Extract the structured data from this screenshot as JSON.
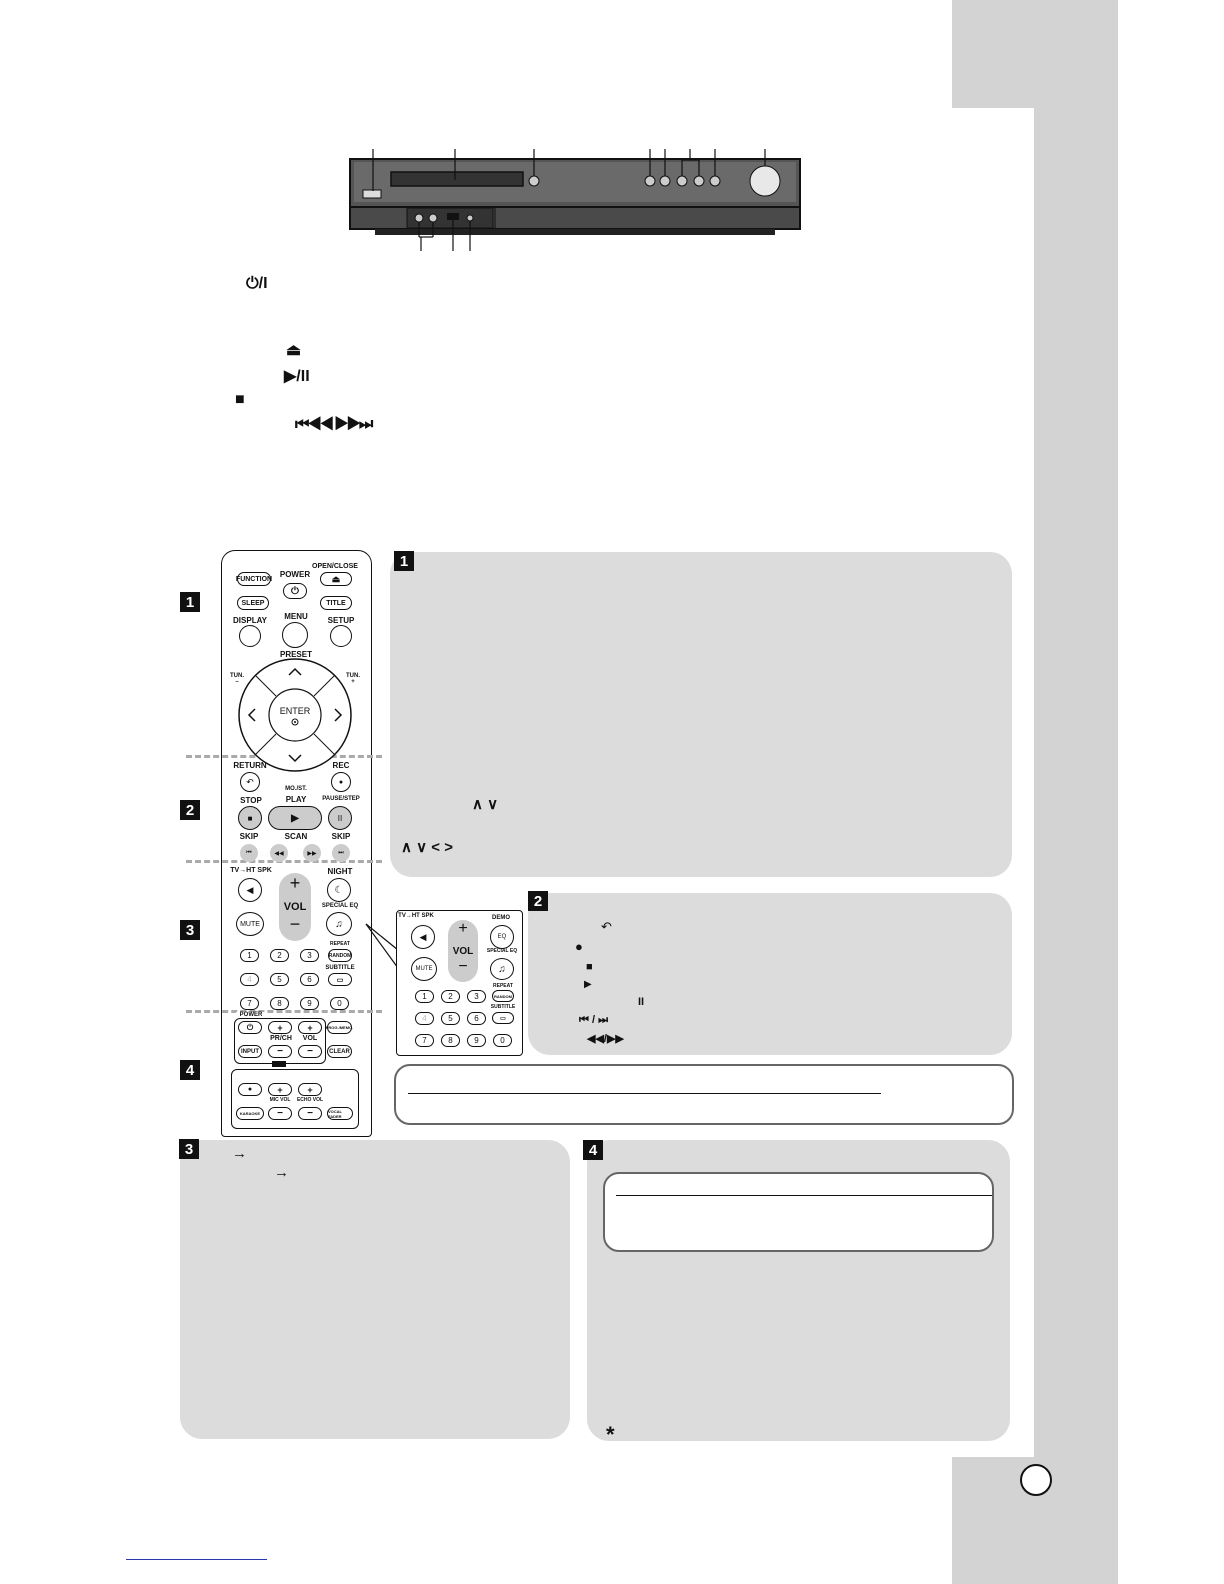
{
  "front_panel": {
    "power_symbol": "⏻/I",
    "open_close_symbol": "⏏",
    "play_pause_symbol": "▶/II",
    "stop_symbol": "■",
    "skip_symbol": "⏮◀◀ ▶▶⏭"
  },
  "remote": {
    "section_labels": [
      "1",
      "2",
      "3",
      "4"
    ],
    "function": "FUNCTION",
    "power": "POWER",
    "open_close": "OPEN/CLOSE",
    "sleep": "SLEEP",
    "title": "TITLE",
    "display": "DISPLAY",
    "menu": "MENU",
    "setup": "SETUP",
    "preset": "PRESET",
    "tun_minus": "TUN.\n–",
    "tun_plus": "TUN.\n+",
    "enter": "ENTER",
    "return": "RETURN",
    "rec": "REC",
    "stop": "STOP",
    "mo_st": "MO./ST.",
    "play": "PLAY",
    "pause_step": "PAUSE/STEP",
    "skip_left": "SKIP",
    "scan": "SCAN",
    "skip_right": "SKIP",
    "tv_ht_spk": "TV→HT SPK",
    "night": "NIGHT",
    "mute": "MUTE",
    "vol": "VOL",
    "special_eq": "SPECIAL EQ",
    "repeat": "REPEAT",
    "random": "RANDOM",
    "subtitle": "SUBTITLE",
    "numbers": [
      "1",
      "2",
      "3",
      "4",
      "5",
      "6",
      "7",
      "8",
      "9",
      "0"
    ],
    "tv_power": "POWER",
    "pr_ch": "PR/CH",
    "tv_vol": "VOL",
    "input": "INPUT",
    "prog_memo": "PROG./MEMO.",
    "clear": "CLEAR",
    "mic_vol": "MIC VOL",
    "echo_vol": "ECHO VOL",
    "karaoke_left": "KARAOKE",
    "karaoke_right": "VOCAL FADER"
  },
  "inset_remote": {
    "tv_ht_spk": "TV→HT SPK",
    "demo": "DEMO",
    "eq": "EQ",
    "mute": "MUTE",
    "vol": "VOL",
    "special_eq": "SPECIAL EQ",
    "repeat": "REPEAT",
    "random": "RANDOM",
    "subtitle": "SUBTITLE",
    "numbers": [
      "1",
      "2",
      "3",
      "4",
      "5",
      "6",
      "7",
      "8",
      "9",
      "0"
    ]
  },
  "panel1": {
    "badge": "1",
    "arrows_up_down": "∧ ∨",
    "arrows_all": "∧ ∨ < >"
  },
  "panel2": {
    "badge": "2",
    "return_symbol": "↶",
    "rec_symbol": "●",
    "stop_symbol": "■",
    "play_symbol": "▶",
    "pause_symbol": "II",
    "skip_symbol": "⏮ / ⏭",
    "scan_symbol": "◀◀/▶▶"
  },
  "panel3": {
    "badge": "3",
    "arrow1": "→",
    "arrow2": "→"
  },
  "panel4": {
    "badge": "4",
    "asterisk": "*"
  }
}
